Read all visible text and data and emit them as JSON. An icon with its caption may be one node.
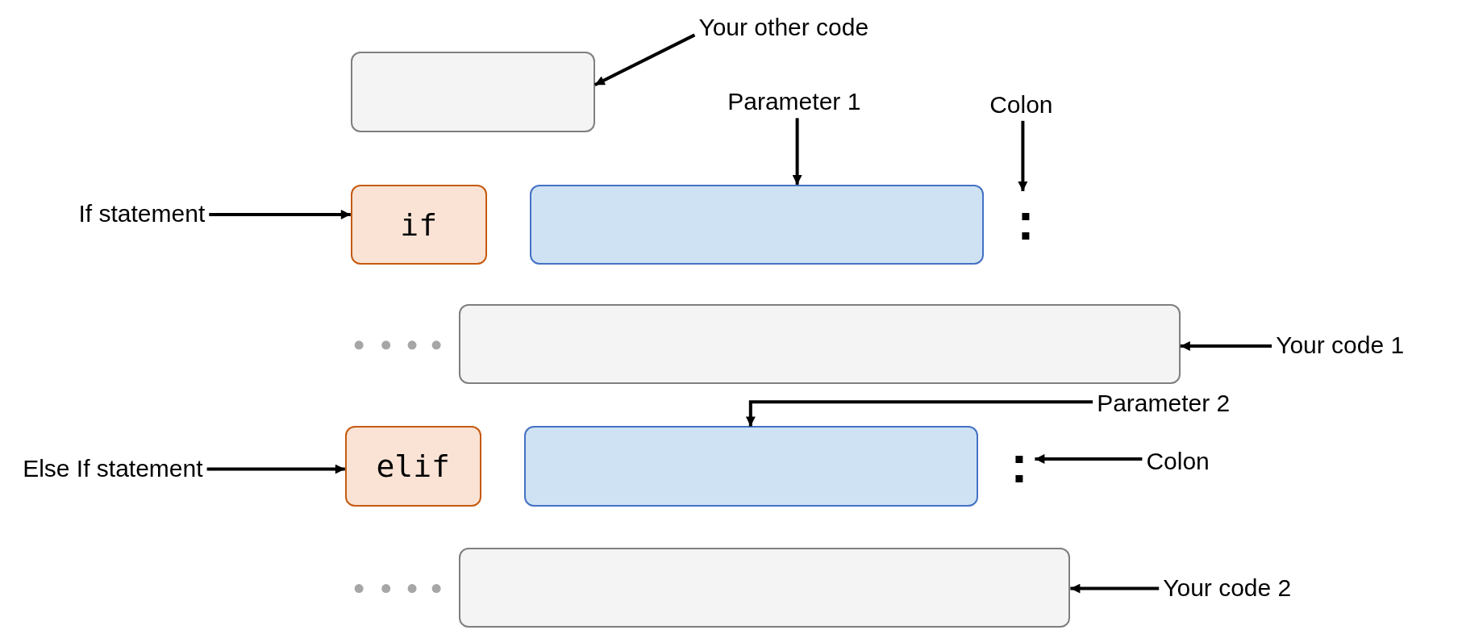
{
  "diagram": {
    "nodes": [
      {
        "text": [
          "Your other code"
        ]
      },
      {
        "text": [],
        "shape": "box"
      },
      {
        "text": [
          "Parameter 1"
        ]
      },
      {
        "text": [
          "Colon"
        ]
      },
      {
        "text": [
          "If statement"
        ]
      },
      {
        "text": [
          "if"
        ]
      },
      {
        "text": [],
        "shape": "box"
      },
      {
        "text": [
          ":"
        ]
      },
      {
        "text": [],
        "shape": "box"
      },
      {
        "text": [
          "Your code 1"
        ]
      },
      {
        "text": [
          "Parameter 2"
        ]
      },
      {
        "text": [
          "Else If statement"
        ]
      },
      {
        "text": [
          "elif"
        ]
      },
      {
        "text": [],
        "shape": "box"
      },
      {
        "text": [
          ":"
        ]
      },
      {
        "text": [
          "Colon"
        ]
      },
      {
        "text": [],
        "shape": "box"
      },
      {
        "text": [
          "Your code 2"
        ]
      }
    ],
    "edges": [
      {
        "from": 0,
        "to": 1,
        "arrow": "to"
      },
      {
        "from": 2,
        "to": 6,
        "arrow": "to"
      },
      {
        "from": 3,
        "to": 7,
        "arrow": "to"
      },
      {
        "from": 4,
        "to": 5,
        "arrow": "to"
      },
      {
        "from": 9,
        "to": 8,
        "arrow": "to"
      },
      {
        "from": 10,
        "to": 13,
        "arrow": "to"
      },
      {
        "from": 11,
        "to": 12,
        "arrow": "to"
      },
      {
        "from": 15,
        "to": 14,
        "arrow": "to"
      },
      {
        "from": 17,
        "to": 16,
        "arrow": "to"
      }
    ]
  }
}
